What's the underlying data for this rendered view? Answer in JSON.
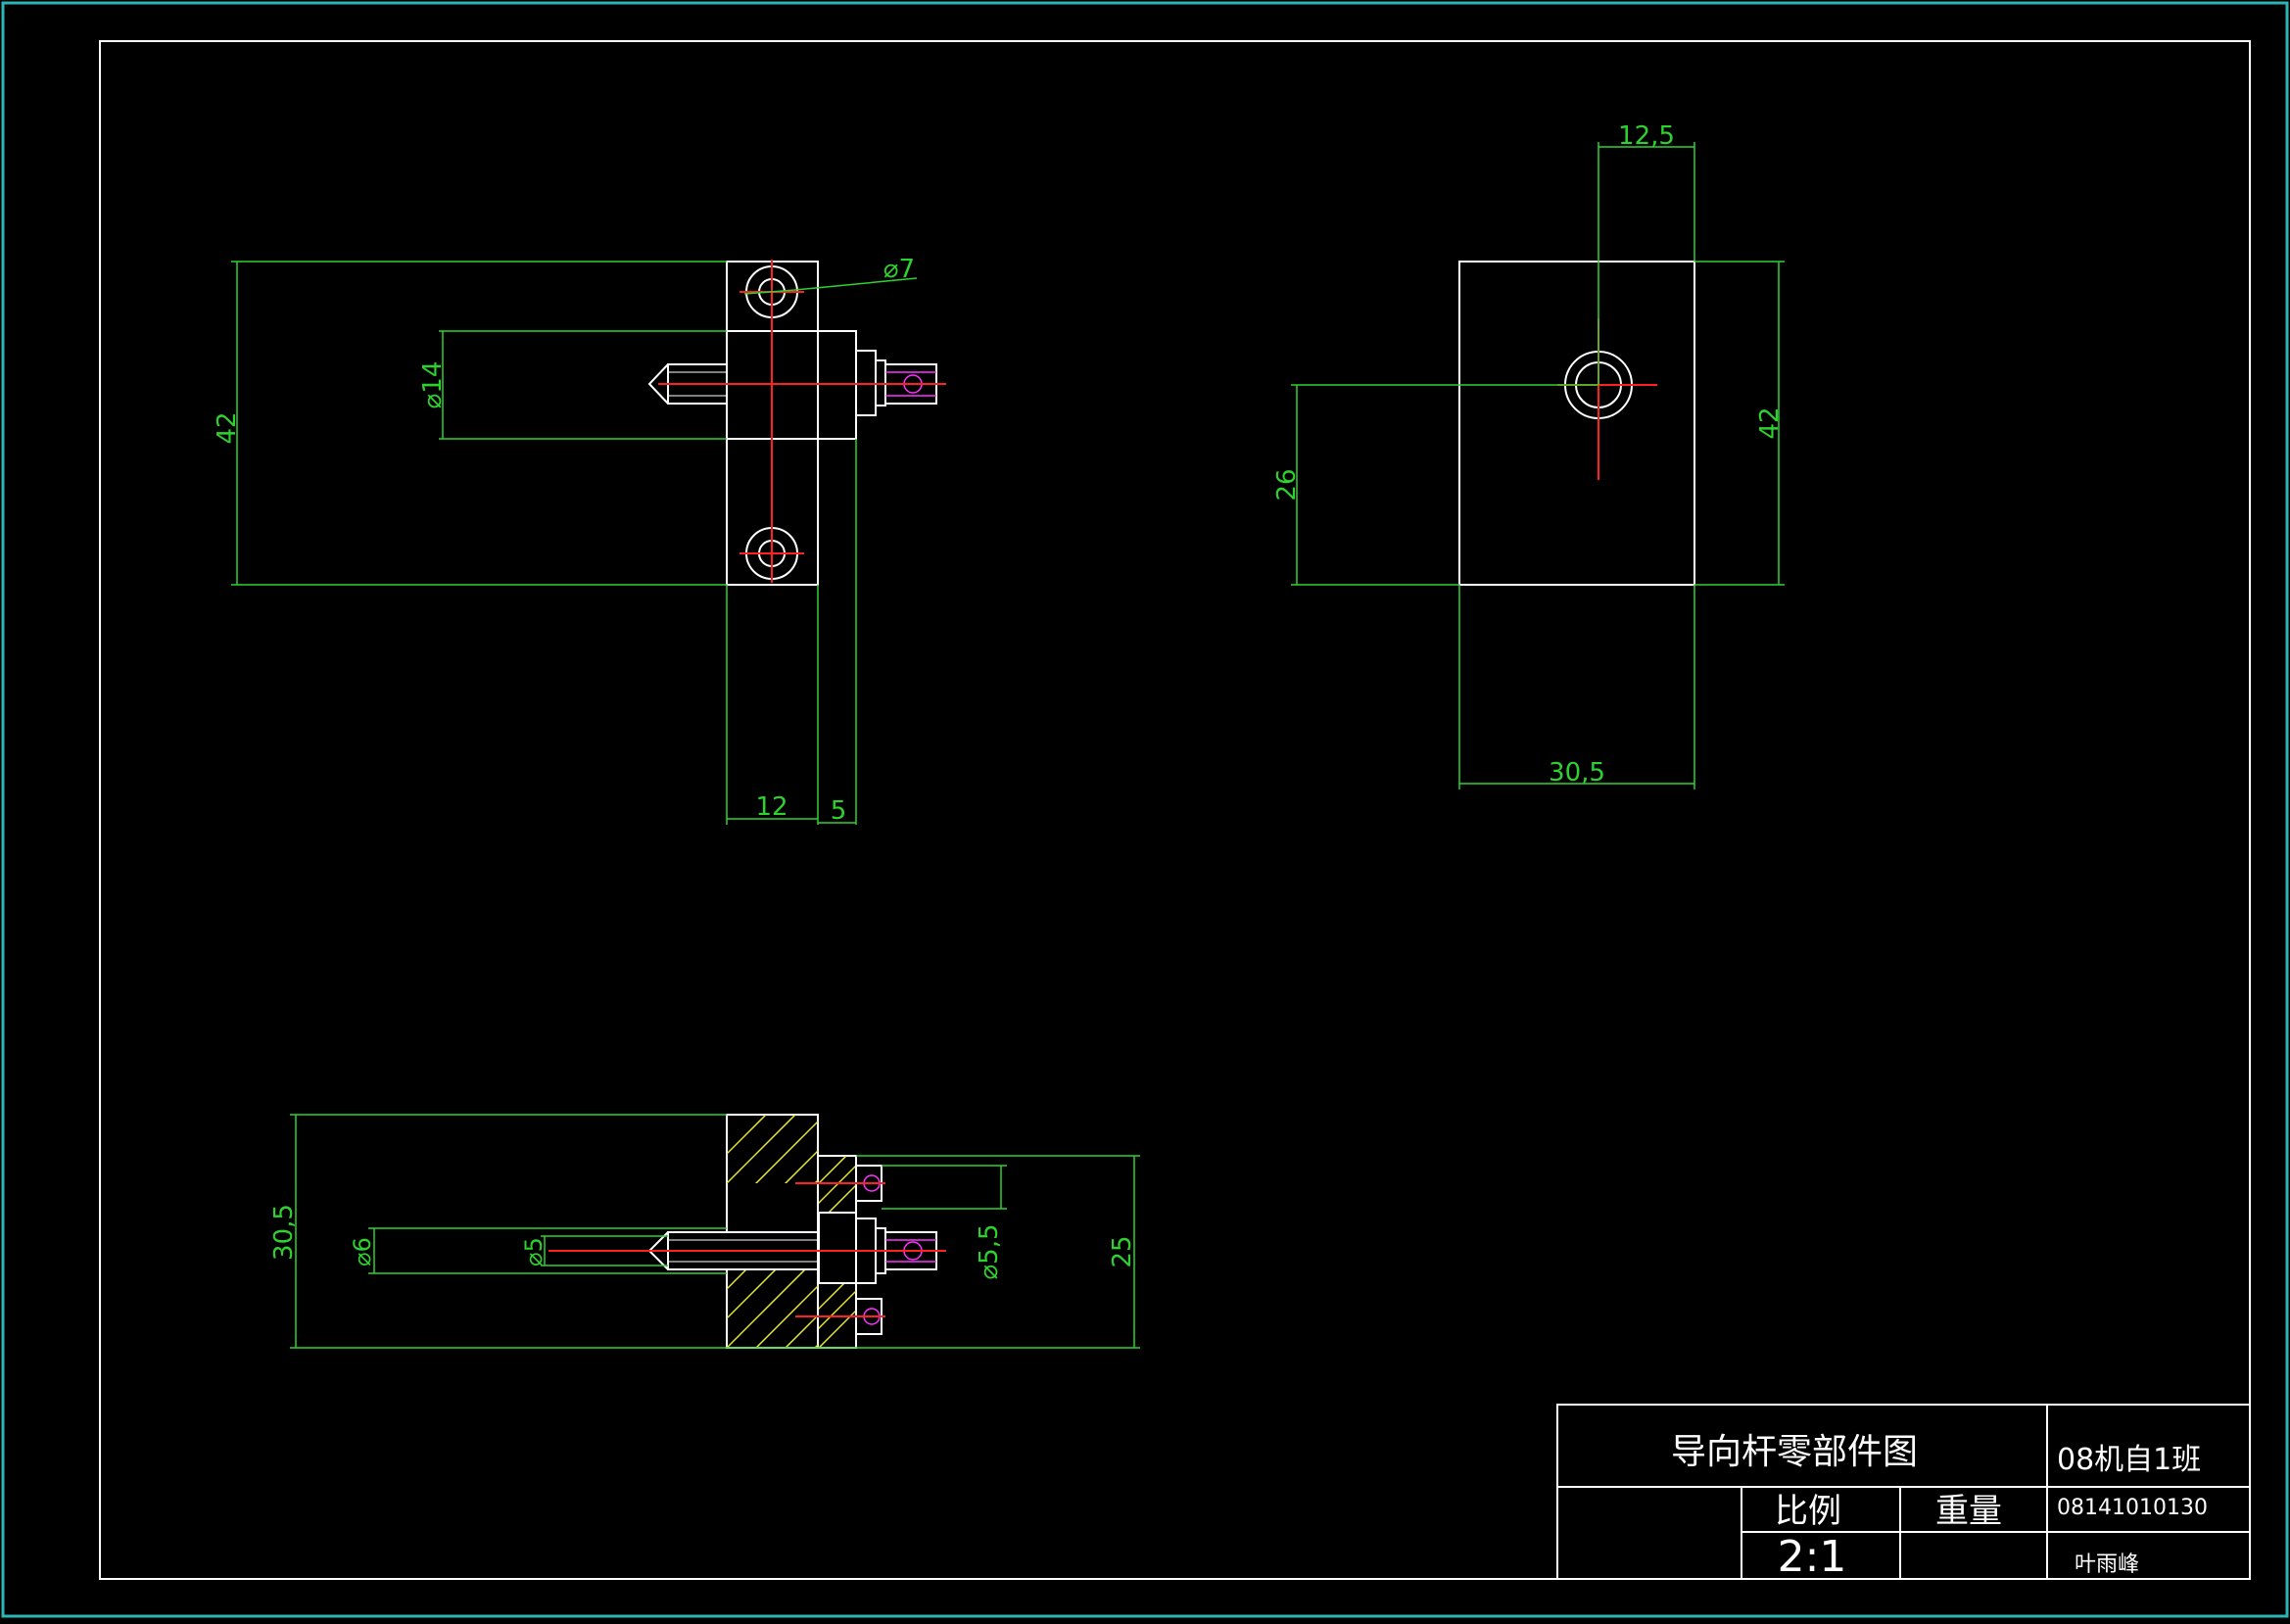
{
  "colors": {
    "background": "#000000",
    "border_cyan": "#2bb5b5",
    "outline": "#ffffff",
    "dimension": "#2fd12f",
    "centerline": "#ff2020",
    "hatch": "#e8e83a",
    "thread": "#ff33ff"
  },
  "dimensions": {
    "front": {
      "height": "42",
      "dia_hole": "⌀7",
      "dia_rod": "⌀14",
      "width_block": "12",
      "width_plate": "5"
    },
    "side": {
      "top": "12,5",
      "right": "42",
      "left": "26",
      "bottom": "30,5"
    },
    "section": {
      "height": "30,5",
      "dia6": "⌀6",
      "dia5": "⌀5",
      "dia55": "⌀5,5",
      "right": "25"
    }
  },
  "title_block": {
    "title": "导向杆零部件图",
    "class": "08机自1班",
    "scale_label": "比例",
    "weight_label": "重量",
    "scale_value": "2:1",
    "student_id": "08141010130",
    "author": "叶雨峰"
  }
}
